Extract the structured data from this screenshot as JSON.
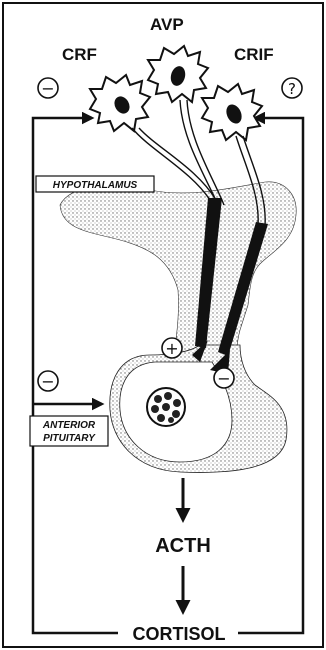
{
  "colors": {
    "ink": "#111111",
    "paper": "#ffffff",
    "stipple": "#8a8a8a",
    "stipple_dark": "#5a5a5a"
  },
  "neurons": {
    "crf": "CRF",
    "avp": "AVP",
    "crif": "CRIF"
  },
  "regions": {
    "hypothalamus": "HYPOTHALAMUS",
    "anterior_pituitary_line1": "ANTERIOR",
    "anterior_pituitary_line2": "PITUITARY"
  },
  "hormones": {
    "acth": "ACTH",
    "cortisol": "CORTISOL"
  },
  "feedback_signs": {
    "left_top": "−",
    "right_top": "?",
    "left_mid": "−",
    "stim_plus": "+",
    "stim_minus": "−"
  },
  "icons": [
    "neuron-cell-icon",
    "corticotroph-cell-icon",
    "arrow-icon"
  ]
}
